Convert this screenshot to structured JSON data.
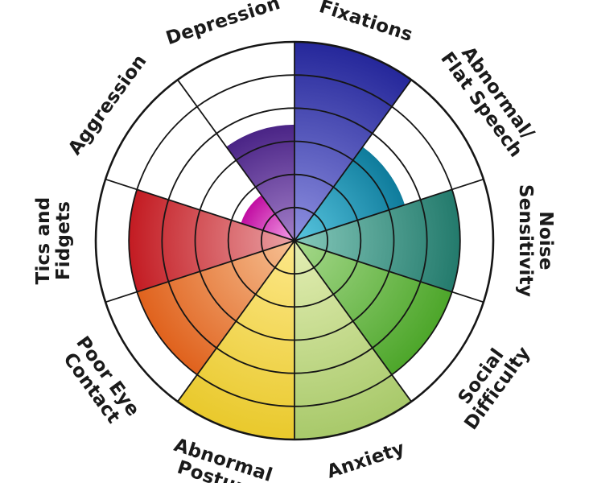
{
  "chart_data": {
    "type": "polar-area",
    "title": "",
    "rings": 6,
    "max": 6,
    "categories": [
      {
        "label": "Fixations",
        "lines": [
          "Fixations"
        ],
        "value": 6,
        "color_inner": "#8e90e0",
        "color_outer": "#25279a"
      },
      {
        "label": "Abnormal/ Flat Speech",
        "lines": [
          "Abnormal/",
          "Flat Speech"
        ],
        "value": 3.5,
        "color_inner": "#59c6e0",
        "color_outer": "#0f7c9c"
      },
      {
        "label": "Noise Sensitivity",
        "lines": [
          "Noise",
          "Sensitivity"
        ],
        "value": 5,
        "color_inner": "#86c9bb",
        "color_outer": "#237a6c"
      },
      {
        "label": "Social Difficulty",
        "lines": [
          "Social",
          "Difficulty"
        ],
        "value": 5,
        "color_inner": "#a6d98c",
        "color_outer": "#4da62a"
      },
      {
        "label": "Anxiety",
        "lines": [
          "Anxiety"
        ],
        "value": 6,
        "color_inner": "#e4eeb4",
        "color_outer": "#a8c96a"
      },
      {
        "label": "Abnormal Posture",
        "lines": [
          "Abnormal",
          "Posture"
        ],
        "value": 6,
        "color_inner": "#fde88a",
        "color_outer": "#e9c92c"
      },
      {
        "label": "Poor Eye Contact",
        "lines": [
          "Poor Eye",
          "Contact"
        ],
        "value": 5,
        "color_inner": "#f6c093",
        "color_outer": "#e0621d"
      },
      {
        "label": "Tics and Fidgets",
        "lines": [
          "Tics and",
          "Fidgets"
        ],
        "value": 5,
        "color_inner": "#eaa3a6",
        "color_outer": "#c31b22"
      },
      {
        "label": "Aggression",
        "lines": [
          "Aggression"
        ],
        "value": 1.7,
        "color_inner": "#f4a0e8",
        "color_outer": "#c10ea2"
      },
      {
        "label": "Depression",
        "lines": [
          "Depression"
        ],
        "value": 3.5,
        "color_inner": "#a37fc9",
        "color_outer": "#4a2486"
      }
    ]
  }
}
